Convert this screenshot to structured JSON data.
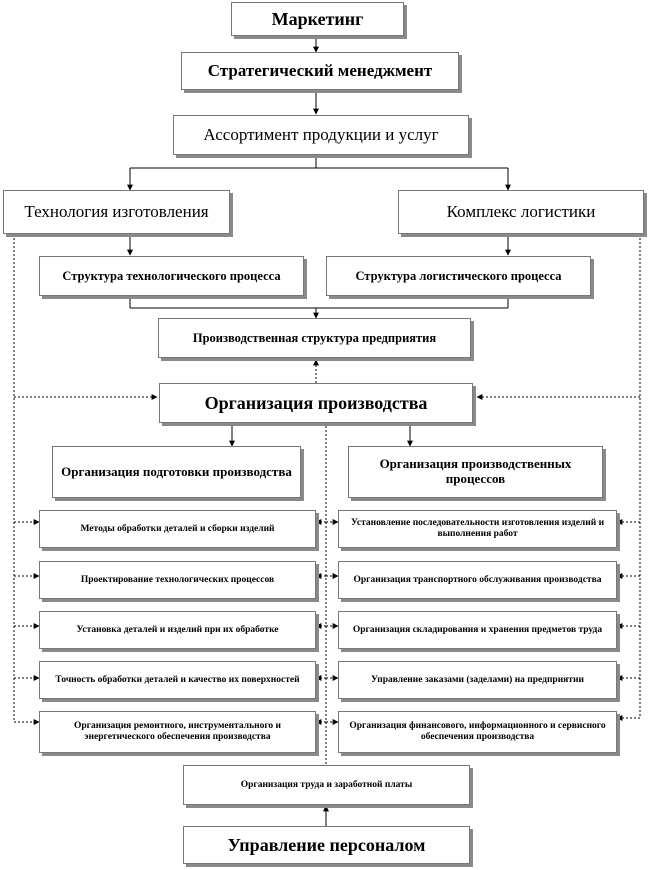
{
  "boxes": {
    "marketing": "Маркетинг",
    "strategic": "Стратегический менеджмент",
    "assortment": "Ассортимент продукции и услуг",
    "technology": "Технология изготовления",
    "logistics": "Комплекс логистики",
    "tech_structure": "Структура технологического процесса",
    "log_structure": "Структура логистического процесса",
    "prod_structure": "Производственная структура  предприятия",
    "org_production": "Организация производства",
    "org_preparation": "Организация подготовки производства",
    "org_processes": "Организация производственных процессов",
    "left_1": "Методы обработки деталей и сборки изделий",
    "left_2": "Проектирование технологических  процессов",
    "left_3": "Установка деталей и изделий при их обработке",
    "left_4": "Точность обработки деталей  и качество их поверхностей",
    "left_5": "Организация ремонтного, инструментального и энергетического обеспечения  производства",
    "right_1": "Установление  последовательности  изготовления изделий и выполнения работ",
    "right_2": "Организация транспортного обслуживания производства",
    "right_3": "Организация складирования и хранения предметов труда",
    "right_4": "Управление заказами  (заделами)  на предприятии",
    "right_5": "Организация финансового, информационного и сервисного обеспечения  производства",
    "labor": "Организация труда и заработной платы",
    "personnel": "Управление персоналом"
  }
}
